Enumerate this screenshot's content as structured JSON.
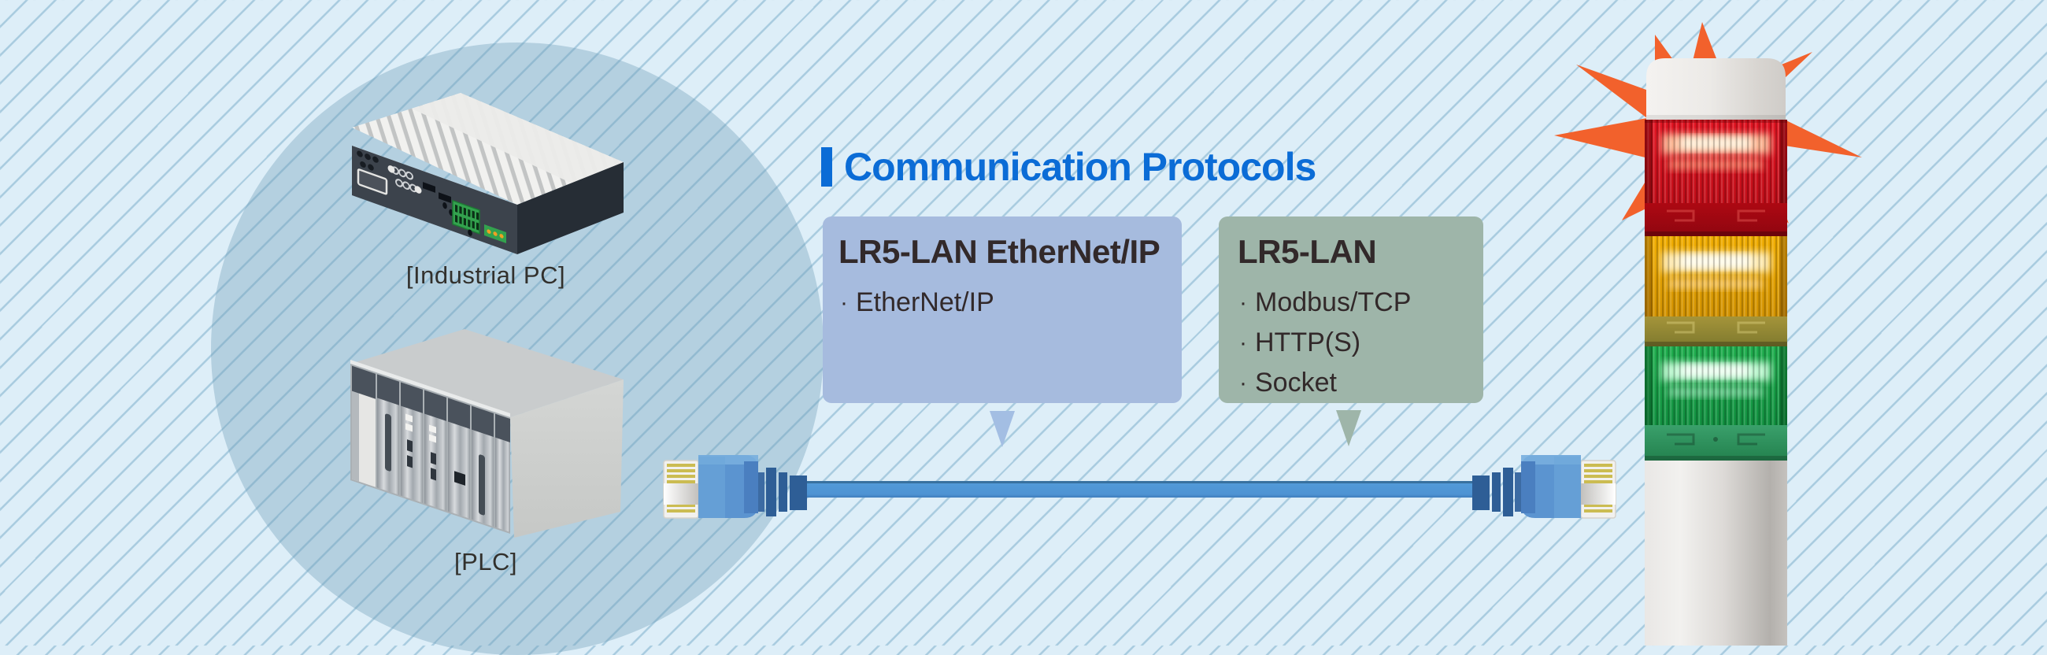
{
  "page": {
    "background_color": "#ddeef8",
    "stripe_color": "#a8cbdf",
    "circle_tint": "rgba(109,154,184,0.36)"
  },
  "header": {
    "title": "Communication Protocols",
    "accent_color": "#0b6cd6"
  },
  "bullet_char": "·",
  "source_devices": {
    "industrial_pc_label": "[Industrial PC]",
    "plc_label": "[PLC]"
  },
  "protocol_boxes": [
    {
      "title": "LR5-LAN EtherNet/IP",
      "items": [
        "EtherNet/IP"
      ],
      "bg_color": "#a6bbde",
      "pointer_color": "#a3bee3"
    },
    {
      "title": "LR5-LAN",
      "items": [
        "Modbus/TCP",
        "HTTP(S)",
        "Socket"
      ],
      "bg_color": "#9eb5a9",
      "pointer_color": "#9eb5a9"
    }
  ],
  "cable": {
    "color": "#4e93d3"
  },
  "signal_tower": {
    "segment_names": [
      "red",
      "amber",
      "green"
    ],
    "segment_colors": [
      "#e31422",
      "#f2ae00",
      "#1fae4e"
    ],
    "cap_color": "#eceae7",
    "pole_color": "#e0dedb",
    "burst_color": "#f2612c"
  }
}
